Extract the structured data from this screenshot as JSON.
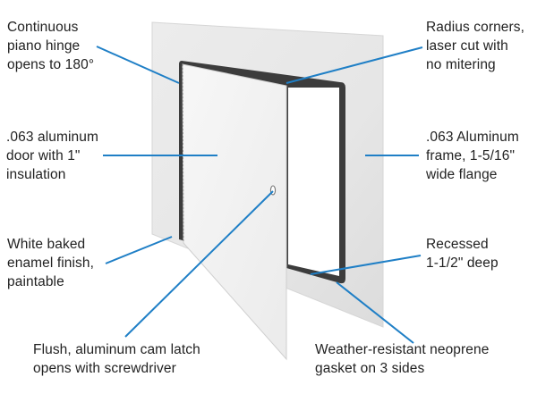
{
  "diagram": {
    "subject": "Flush access door with flange",
    "colors": {
      "background": "#ffffff",
      "callout_line": "#1f7fc6",
      "text": "#222222",
      "flange": "#e9e9e9",
      "door": "#f4f4f4",
      "gasket": "#3a3a3a",
      "opening": "#ffffff"
    },
    "callouts": [
      {
        "id": "hinge",
        "lines": [
          "Continuous",
          "piano hinge",
          "opens to 180°"
        ]
      },
      {
        "id": "door",
        "lines": [
          ".063 aluminum",
          "door with 1\"",
          "insulation"
        ]
      },
      {
        "id": "finish",
        "lines": [
          "White baked",
          "enamel finish,",
          "paintable"
        ]
      },
      {
        "id": "latch",
        "lines": [
          "Flush, aluminum cam latch",
          "opens with screwdriver"
        ]
      },
      {
        "id": "corners",
        "lines": [
          "Radius corners,",
          "laser cut with",
          "no mitering"
        ]
      },
      {
        "id": "frame",
        "lines": [
          ".063 Aluminum",
          "frame, 1-5/16\"",
          "wide flange"
        ]
      },
      {
        "id": "recess",
        "lines": [
          "Recessed",
          "1-1/2\" deep"
        ]
      },
      {
        "id": "gasket",
        "lines": [
          "Weather-resistant neoprene",
          "gasket on 3 sides"
        ]
      }
    ]
  }
}
